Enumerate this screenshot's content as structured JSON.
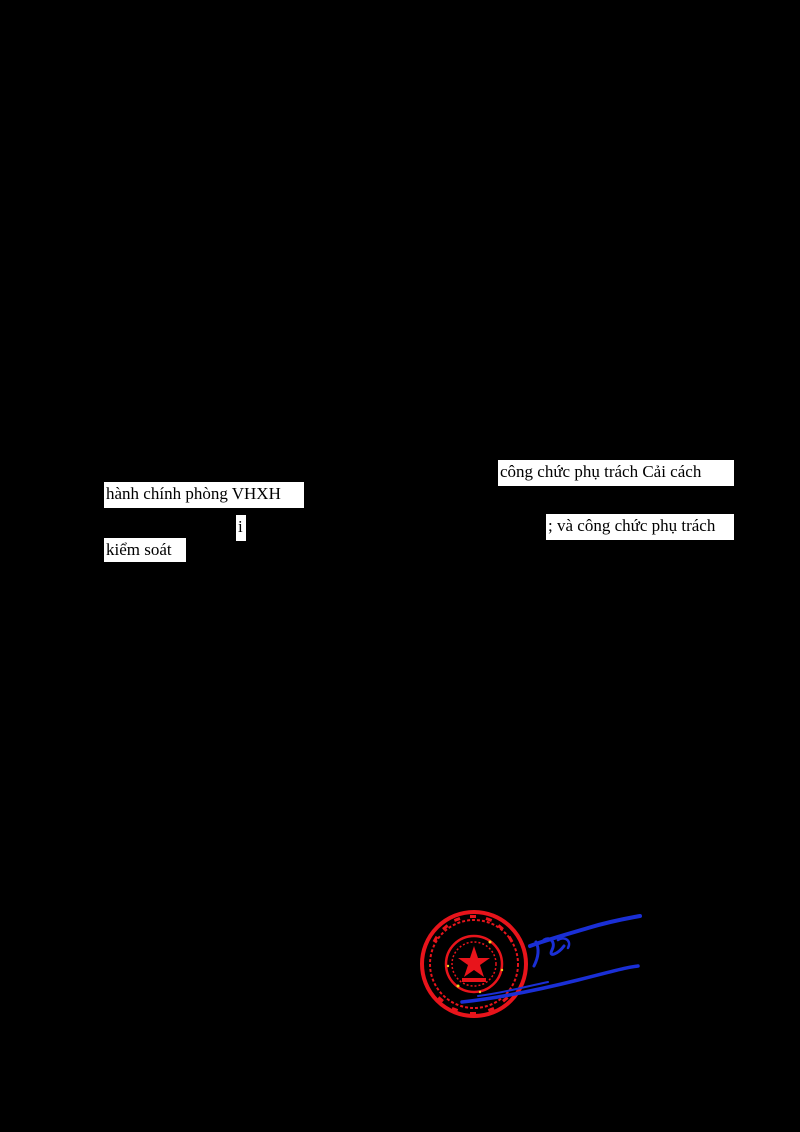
{
  "document": {
    "fragments": [
      {
        "id": "frag-1",
        "text": "công chức phụ trách Cải cách"
      },
      {
        "id": "frag-2",
        "text": "hành chính phòng VHXH"
      },
      {
        "id": "frag-3",
        "text": "i"
      },
      {
        "id": "frag-4",
        "text": "; và công chức phụ trách"
      },
      {
        "id": "frag-5",
        "text": "kiểm soát"
      }
    ]
  },
  "colors": {
    "background": "#000000",
    "text_highlight": "#ffffff",
    "seal": "#e8141b",
    "signature": "#1a2fd6"
  },
  "icons": {
    "seal": "official-red-seal-icon",
    "signature": "handwritten-signature"
  }
}
